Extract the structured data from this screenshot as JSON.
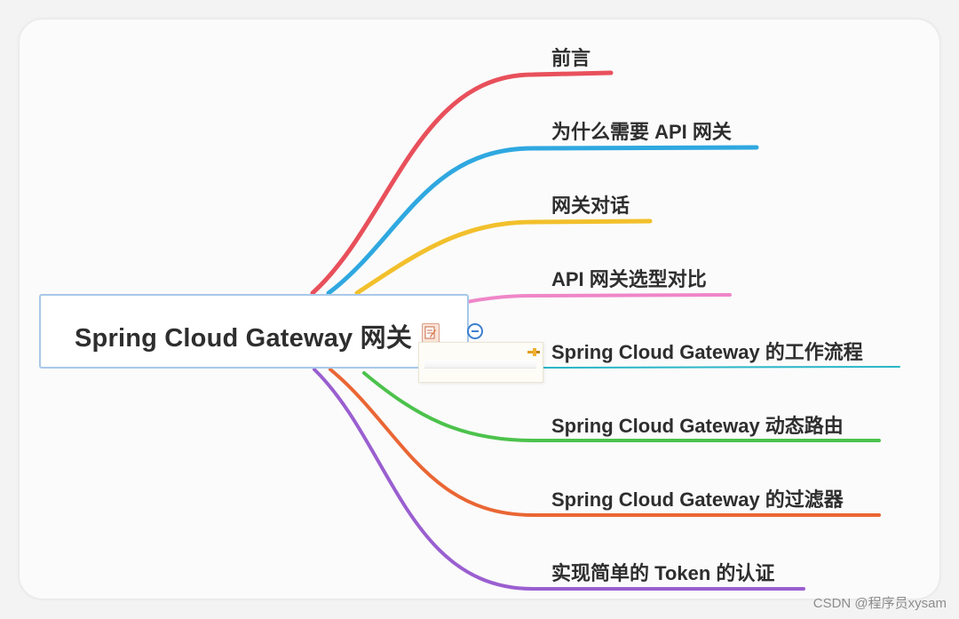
{
  "root": {
    "label": "Spring Cloud Gateway 网关"
  },
  "branches": [
    {
      "label": "前言",
      "color": "#e8505b"
    },
    {
      "label": "为什么需要 API 网关",
      "color": "#2fa8e0"
    },
    {
      "label": "网关对话",
      "color": "#f2c02c"
    },
    {
      "label": "API 网关选型对比",
      "color": "#ef86c8"
    },
    {
      "label": "Spring Cloud Gateway 的工作流程",
      "color": "#2ab6c8"
    },
    {
      "label": "Spring Cloud Gateway 动态路由",
      "color": "#4cc24c"
    },
    {
      "label": "Spring Cloud Gateway 的过滤器",
      "color": "#ea6634"
    },
    {
      "label": "实现简单的 Token 的认证",
      "color": "#9a5fd0"
    }
  ],
  "icons": {
    "note": "note-edit-icon",
    "collapse": "collapse-minus-icon",
    "pin": "pin-icon"
  },
  "watermark": "CSDN @程序员xysam"
}
